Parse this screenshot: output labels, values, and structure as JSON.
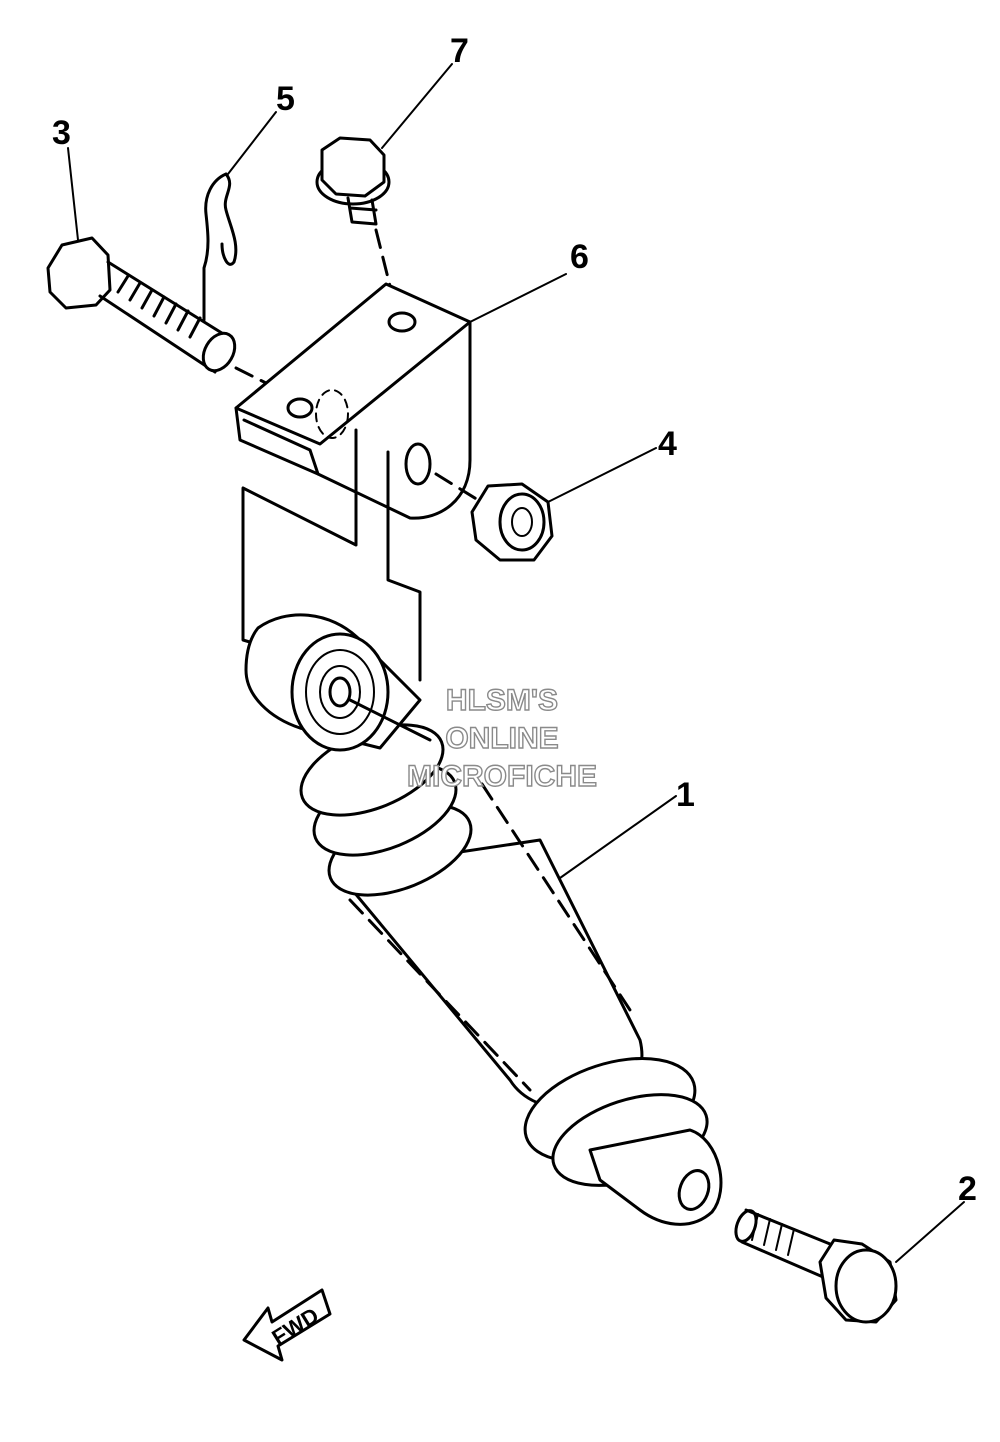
{
  "diagram": {
    "callouts": [
      {
        "id": "1",
        "label": "1"
      },
      {
        "id": "2",
        "label": "2"
      },
      {
        "id": "3",
        "label": "3"
      },
      {
        "id": "4",
        "label": "4"
      },
      {
        "id": "5",
        "label": "5"
      },
      {
        "id": "6",
        "label": "6"
      },
      {
        "id": "7",
        "label": "7"
      }
    ],
    "watermark": [
      "HLSM'S",
      "ONLINE",
      "MICROFICHE"
    ],
    "direction_label": "FWD"
  }
}
